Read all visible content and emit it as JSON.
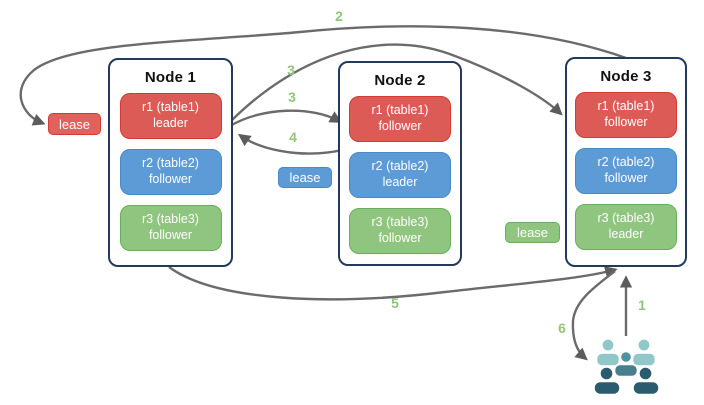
{
  "diagram": {
    "nodes": [
      {
        "title": "Node 1",
        "replicas": [
          {
            "name": "r1 (table1)",
            "role": "leader",
            "color": "#DC5B56"
          },
          {
            "name": "r2 (table2)",
            "role": "follower",
            "color": "#5C9BD6"
          },
          {
            "name": "r3 (table3)",
            "role": "follower",
            "color": "#8FC57F"
          }
        ]
      },
      {
        "title": "Node 2",
        "replicas": [
          {
            "name": "r1 (table1)",
            "role": "follower",
            "color": "#DC5B56"
          },
          {
            "name": "r2 (table2)",
            "role": "leader",
            "color": "#5C9BD6"
          },
          {
            "name": "r3 (table3)",
            "role": "follower",
            "color": "#8FC57F"
          }
        ]
      },
      {
        "title": "Node 3",
        "replicas": [
          {
            "name": "r1 (table1)",
            "role": "follower",
            "color": "#DC5B56"
          },
          {
            "name": "r2 (table2)",
            "role": "follower",
            "color": "#5C9BD6"
          },
          {
            "name": "r3 (table3)",
            "role": "leader",
            "color": "#8FC57F"
          }
        ]
      }
    ],
    "leases": {
      "red": {
        "label": "lease"
      },
      "blue": {
        "label": "lease"
      },
      "green": {
        "label": "lease"
      }
    },
    "steps": {
      "s1": "1",
      "s2": "2",
      "s3a": "3",
      "s3b": "3",
      "s4": "4",
      "s5": "5",
      "s6": "6"
    },
    "icons": {
      "users": "users-group-icon"
    },
    "colors": {
      "node_border": "#24395E",
      "replica_red": "#DC5B56",
      "replica_red_border": "#D23B32",
      "replica_blue": "#5C9BD6",
      "replica_blue_border": "#4A8AC4",
      "replica_green": "#8FC57F",
      "replica_green_border": "#69AE5C",
      "arrow": "#6B6B6B",
      "arrowhead": "#5C5C5C",
      "step_label": "#90C57C",
      "users_light": "#90C8CA",
      "users_mid": "#4E93A0",
      "users_dark": "#2B5B6E"
    }
  }
}
